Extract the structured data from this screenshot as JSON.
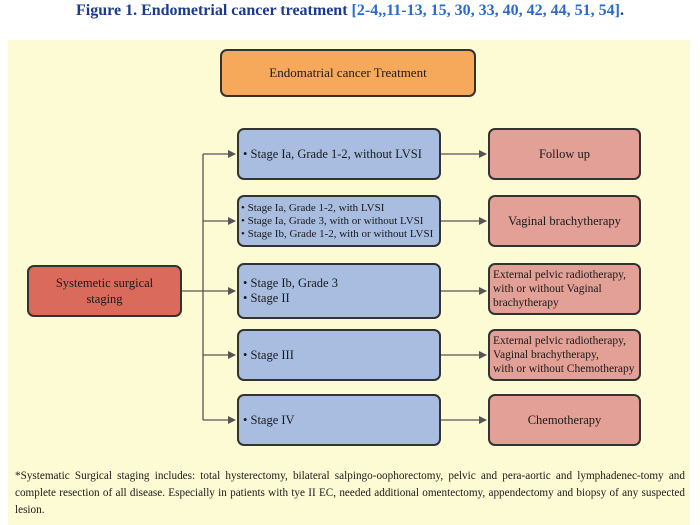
{
  "title": {
    "label": "Figure 1. Endometrial cancer treatment",
    "refs": "[2-4,,11-13, 15, 30, 33, 40, 42, 44, 51, 54]",
    "end": "."
  },
  "main_node": "Endomatrial cancer Treatment",
  "surgical_node": [
    "Systemetic surgical",
    "staging"
  ],
  "stages": [
    {
      "lines": [
        "•  Stage Ia, Grade 1-2, without LVSI"
      ]
    },
    {
      "lines": [
        "• Stage Ia, Grade 1-2, with LVSI",
        "• Stage Ia, Grade 3, with or without LVSI",
        "• Stage Ib, Grade 1-2, with or  without LVSI"
      ]
    },
    {
      "lines": [
        "• Stage Ib, Grade 3",
        "• Stage II"
      ]
    },
    {
      "lines": [
        "• Stage III"
      ]
    },
    {
      "lines": [
        "• Stage IV"
      ]
    }
  ],
  "outcomes": [
    {
      "lines": [
        "Follow up"
      ]
    },
    {
      "lines": [
        "Vaginal brachytherapy"
      ]
    },
    {
      "lines": [
        "External pelvic radiotherapy,",
        "with or without Vaginal",
        "brachytherapy"
      ]
    },
    {
      "lines": [
        "External pelvic radiotherapy,",
        "Vaginal brachytherapy,",
        "with or without Chemotherapy"
      ]
    },
    {
      "lines": [
        "Chemotherapy"
      ]
    }
  ],
  "footnote": "*Systematic Surgical staging includes: total hysterectomy, bilateral salpingo-oophorectomy, pelvic and pera-aortic and lymphadenec-tomy and complete resection of all disease. Especially in patients with tye II EC, needed additional omentectomy,  appendectomy and biopsy of any suspected lesion."
}
